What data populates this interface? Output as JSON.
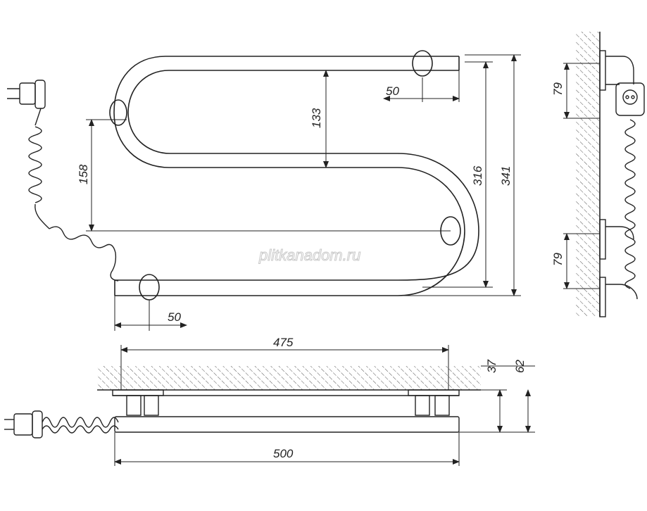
{
  "watermark": "plitkanadom.ru",
  "dimensions": {
    "front_offset_top": "50",
    "front_inner_height": "133",
    "front_mount_spacing": "158",
    "front_height_inner": "316",
    "front_height_total": "341",
    "front_offset_bottom": "50",
    "side_bracket_top": "79",
    "side_bracket_bottom": "79",
    "top_mount_width": "475",
    "top_depth_inner": "37",
    "top_depth_total": "62",
    "top_total_width": "500"
  },
  "colors": {
    "line": "#222222",
    "hatch": "#555555",
    "watermark": "#c9c9c9"
  }
}
